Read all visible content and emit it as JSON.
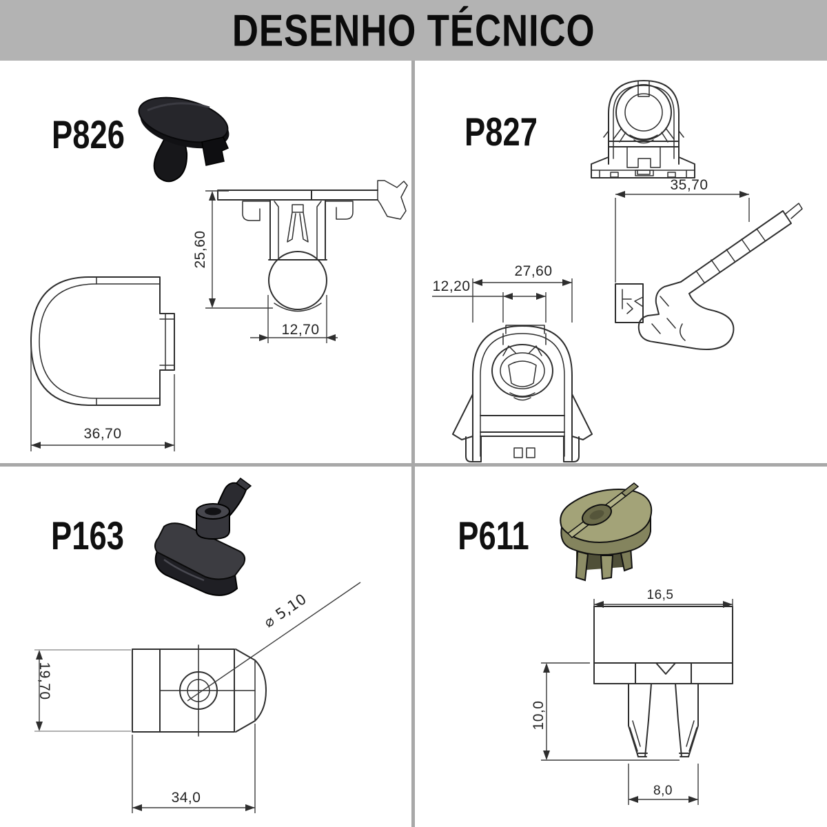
{
  "header": {
    "title": "DESENHO TÉCNICO"
  },
  "colors": {
    "header_bg": "#b3b3b3",
    "divider": "#a8a8a8",
    "drawing_line": "#2e2e2e",
    "black_part": "#1d1d21",
    "olive_part": "#9d9d72"
  },
  "parts": {
    "p826": {
      "label": "P826",
      "dim_total_height": "25,60",
      "dim_stem_width": "12,70",
      "dim_cap_width": "36,70"
    },
    "p827": {
      "label": "P827",
      "dim_length": "35,70",
      "dim_outer_width": "27,60",
      "dim_inner_width": "12,20"
    },
    "p163": {
      "label": "P163",
      "dim_hole_diameter": "⌀ 5,10",
      "dim_height": "19,70",
      "dim_width": "34,0"
    },
    "p611": {
      "label": "P611",
      "dim_head_width": "16,5",
      "dim_leg_height": "10,0",
      "dim_leg_span": "8,0"
    }
  }
}
